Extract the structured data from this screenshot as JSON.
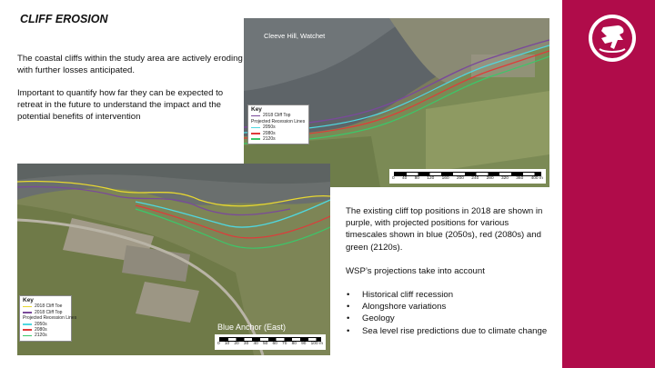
{
  "slide": {
    "title": "CLIFF EROSION",
    "intro_paragraph_1": "The coastal cliffs within the study area are actively eroding with further losses anticipated.",
    "intro_paragraph_2": "Important to quantify how far they can be expected to retreat in the future to understand the impact and the potential benefits of intervention",
    "description": "The existing cliff top positions in 2018 are shown in purple, with projected positions for various timescales shown in blue (2050s),  red (2080s) and green (2120s).",
    "projections_intro": "WSP’s projections take into account",
    "factors": [
      "Historical cliff recession",
      "Alongshore variations",
      "Geology",
      "Sea level rise predictions  due to climate change"
    ]
  },
  "map_top": {
    "location_label": "Cleeve Hill, Watchet",
    "key": {
      "title": "Key",
      "items": [
        "2018 Cliff Top",
        "Projected Recession Lines",
        "2050s",
        "2080s",
        "2120s"
      ]
    },
    "scale_ticks": [
      "0",
      "40",
      "80",
      "120",
      "160",
      "200",
      "240",
      "280",
      "320",
      "360",
      "400 m"
    ]
  },
  "map_bottom": {
    "location_label": "Blue Anchor (East)",
    "key": {
      "title": "Key",
      "items": [
        "2018 Cliff Toe",
        "2018 Cliff Top",
        "Projected Recession Lines",
        "2050s",
        "2080s",
        "2120s"
      ]
    },
    "scale_ticks": [
      "0",
      "10",
      "20",
      "30",
      "40",
      "50",
      "60",
      "70",
      "80",
      "90",
      "100 m"
    ]
  },
  "colors": {
    "brand": "#b00c4a",
    "cliff_top_2018": "#7a4a9a",
    "cliff_toe_2018": "#e8d830",
    "line_2050s": "#4fd8e0",
    "line_2080s": "#e03a3a",
    "line_2120s": "#3ac86a"
  },
  "logo": {
    "icon": "dragon-crest-icon"
  }
}
